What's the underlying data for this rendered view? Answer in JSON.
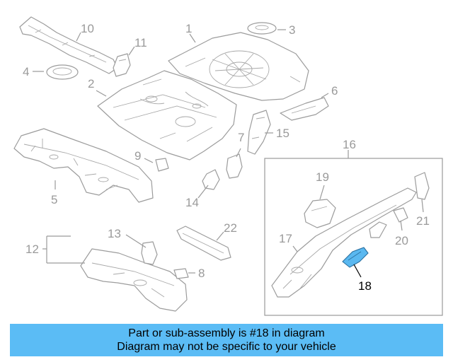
{
  "callouts": {
    "n1": "1",
    "n2": "2",
    "n3": "3",
    "n4": "4",
    "n5": "5",
    "n6": "6",
    "n7": "7",
    "n8": "8",
    "n9": "9",
    "n10": "10",
    "n11": "11",
    "n12": "12",
    "n13": "13",
    "n14": "14",
    "n15": "15",
    "n16": "16",
    "n17": "17",
    "n18": "18",
    "n19": "19",
    "n20": "20",
    "n21": "21",
    "n22": "22"
  },
  "highlight": {
    "part_number": "18",
    "color": "#5ab8f0"
  },
  "banner": {
    "line1": "Part or sub-assembly is #18 in diagram",
    "line2": "Diagram may not be specific to your vehicle",
    "color": "#5bbcf5"
  }
}
